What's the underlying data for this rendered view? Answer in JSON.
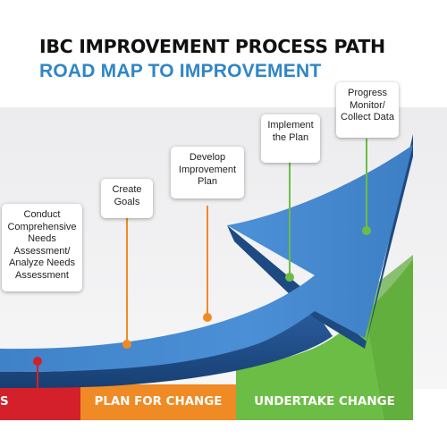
{
  "header": {
    "title": "IBC IMPROVEMENT PROCESS PATH",
    "subtitle": "ROAD MAP TO IMPROVEMENT"
  },
  "phases": [
    {
      "label": "S",
      "color": "#d4202a"
    },
    {
      "label": "PLAN FOR CHANGE",
      "color": "#f08a24"
    },
    {
      "label": "UNDERTAKE CHANGE",
      "color": "#5b9b35"
    }
  ],
  "steps": [
    {
      "lines": [
        "Conduct",
        "Comprehensive",
        "Needs",
        "Assessment/",
        "Analyze Needs",
        "Assessment"
      ],
      "color": "#d4202a"
    },
    {
      "lines": [
        "Create",
        "Goals"
      ],
      "color": "#f08a24"
    },
    {
      "lines": [
        "Develop",
        "Improvement",
        "Plan"
      ],
      "color": "#f08a24"
    },
    {
      "lines": [
        "Implement",
        "the Plan"
      ],
      "color": "#6cbd45"
    },
    {
      "lines": [
        "Progress",
        "Monitor/",
        "Collect Data"
      ],
      "color": "#6cbd45"
    }
  ],
  "colors": {
    "background_panel": "#f0f0f1",
    "arrow_top": "#4a8fd4",
    "arrow_side": "#1f4f8a",
    "title": "#111111",
    "subtitle": "#2f86c6"
  }
}
